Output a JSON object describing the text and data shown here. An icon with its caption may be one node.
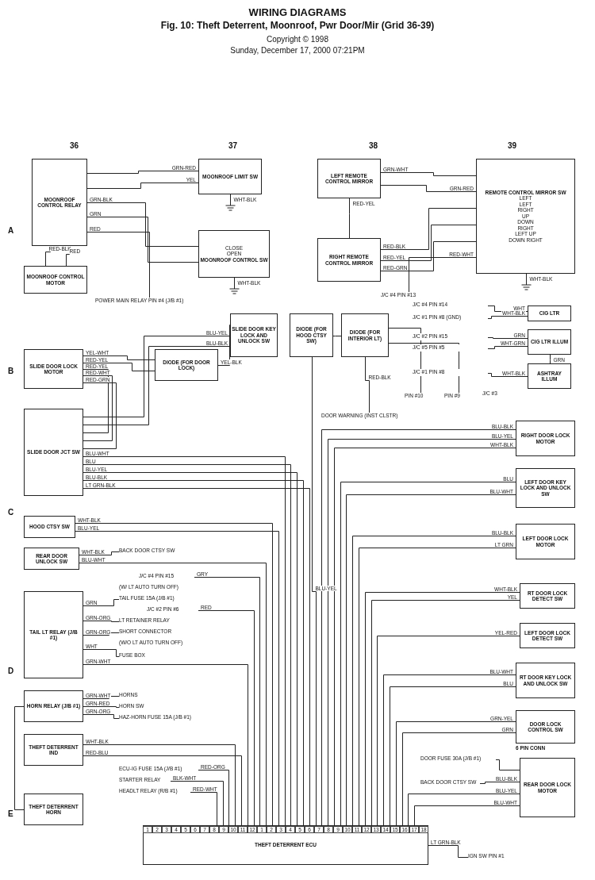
{
  "diagram": {
    "title": "WIRING DIAGRAMS",
    "caption": "Fig. 10: Theft Deterrent, Moonroof, Pwr Door/Mir (Grid 36-39)",
    "nodes": [
      {
        "text": [
          "MOONROOF CONTROL RELAY"
        ]
      },
      {
        "text": [
          "MOONROOF CONTROL MOTOR"
        ]
      },
      {
        "text": [
          "MOONROOF LIMIT SW"
        ]
      },
      {
        "text": [
          "CLOSE",
          "OPEN",
          "MOONROOF CONTROL SW"
        ]
      },
      {
        "text": [
          "LEFT REMOTE CONTROL MIRROR"
        ]
      },
      {
        "text": [
          "RIGHT REMOTE CONTROL MIRROR"
        ]
      },
      {
        "text": [
          "REMOTE CONTROL MIRROR SW",
          "LEFT",
          "LEFT",
          "RIGHT",
          "UP",
          "DOWN",
          "RIGHT",
          "LEFT UP",
          "DOWN RIGHT"
        ]
      },
      {
        "text": [
          "SLIDE DOOR KEY LOCK AND UNLOCK SW"
        ]
      },
      {
        "text": [
          "DIODE (FOR HOOD CTSY SW)"
        ]
      },
      {
        "text": [
          "DIODE (FOR INTERIOR LT)"
        ]
      },
      {
        "text": [
          "CIG LTR"
        ]
      },
      {
        "text": [
          "CIG LTR ILLUM"
        ]
      },
      {
        "text": [
          "ASHTRAY ILLUM"
        ]
      },
      {
        "text": [
          "SLIDE DOOR LOCK MOTOR"
        ]
      },
      {
        "text": [
          "DIODE (FOR DOOR LOCK)"
        ]
      },
      {
        "text": [
          "SLIDE DOOR JCT SW"
        ]
      },
      {
        "text": [
          "RIGHT DOOR LOCK MOTOR"
        ]
      },
      {
        "text": [
          "LEFT DOOR KEY LOCK AND UNLOCK SW"
        ]
      },
      {
        "text": [
          "HOOD CTSY SW"
        ]
      },
      {
        "text": [
          "LEFT DOOR LOCK MOTOR"
        ]
      },
      {
        "text": [
          "REAR DOOR UNLOCK SW"
        ]
      },
      {
        "text": [
          "TAIL LT RELAY (J/B #1)"
        ]
      },
      {
        "text": [
          "HORN RELAY (J/B #1)"
        ]
      },
      {
        "text": [
          "THEFT DETERRENT IND"
        ]
      },
      {
        "text": [
          "THEFT DETERRENT HORN"
        ]
      },
      {
        "text": [
          "RT DOOR LOCK DETECT SW"
        ]
      },
      {
        "text": [
          "LEFT DOOR LOCK DETECT SW"
        ]
      },
      {
        "text": [
          "RT DOOR KEY LOCK AND UNLOCK SW"
        ]
      },
      {
        "text": [
          "DOOR LOCK CONTROL SW"
        ],
        "beside": [
          "6 PIN CONN"
        ]
      },
      {
        "text": [
          "REAR DOOR LOCK MOTOR"
        ]
      },
      {
        "text": [
          "THEFT DETERRENT ECU"
        ]
      },
      {
        "text": [
          "POWER MAIN RELAY PIN #4 (J/B #1)"
        ]
      },
      {
        "text": [
          "J/C #4 PIN #13"
        ]
      },
      {
        "text": [
          "J/C #4 PIN #14"
        ]
      },
      {
        "text": [
          "J/C #1 PIN #8 (GND)"
        ]
      },
      {
        "text": [
          "J/C #2 PIN #15"
        ]
      },
      {
        "text": [
          "J/C #5 PIN #5"
        ]
      },
      {
        "text": [
          "J/C #1 PIN #8"
        ]
      },
      {
        "text": [
          "PIN #10"
        ]
      },
      {
        "text": [
          "PIN #9"
        ]
      },
      {
        "text": [
          "DOOR WARNING (INST CLSTR)"
        ]
      },
      {
        "text": [
          "BACK DOOR CTSY SW"
        ]
      },
      {
        "text": [
          "J/C #4 PIN #15"
        ]
      },
      {
        "text": [
          "TAIL FUSE 15A (J/B #1)"
        ]
      },
      {
        "text": [
          "J/C #2 PIN #6"
        ]
      },
      {
        "text": [
          "LT RETAINER RELAY"
        ]
      },
      {
        "text": [
          "SHORT CONNECTOR"
        ]
      },
      {
        "text": [
          "FUSE BOX"
        ]
      },
      {
        "text": [
          "HORNS"
        ]
      },
      {
        "text": [
          "HORN SW"
        ]
      },
      {
        "text": [
          "HAZ-HORN FUSE 15A (J/B #1)"
        ]
      },
      {
        "text": [
          "ECU-IG FUSE 15A (J/B #1)"
        ]
      },
      {
        "text": [
          "STARTER RELAY"
        ]
      },
      {
        "text": [
          "HEADLT RELAY (R/B #1)"
        ]
      },
      {
        "text": [
          "DOOR FUSE 30A (J/B #1)"
        ]
      },
      {
        "text": [
          "BACK DOOR CTSY SW"
        ]
      },
      {
        "text": [
          "IGN SW PIN #1"
        ]
      }
    ],
    "edges": [
      {
        "from": 0,
        "to": 2,
        "arrow": "none",
        "label": "GRN-RED"
      },
      {
        "from": 0,
        "to": 2,
        "arrow": "none",
        "label": "YEL"
      },
      {
        "from": 0,
        "to": 31,
        "arrow": "none",
        "label": "RED"
      },
      {
        "from": 0,
        "to": 3,
        "arrow": "none",
        "label": "GRN-BLK"
      },
      {
        "from": 0,
        "to": 3,
        "arrow": "none",
        "label": "GRN"
      },
      {
        "from": 0,
        "to": 1,
        "arrow": "none",
        "label": "RED-BLK"
      },
      {
        "from": 0,
        "to": 1,
        "arrow": "none",
        "label": "RED"
      },
      {
        "from": 2,
        "to": null,
        "arrow": "none",
        "label": "WHT-BLK"
      },
      {
        "from": 3,
        "to": null,
        "arrow": "none",
        "label": "WHT-BLK"
      },
      {
        "from": 4,
        "to": 6,
        "arrow": "none",
        "label": "GRN-WHT"
      },
      {
        "from": 4,
        "to": 5,
        "arrow": "none",
        "label": "RED-YEL"
      },
      {
        "from": 4,
        "to": 6,
        "arrow": "none",
        "label": "GRN-RED"
      },
      {
        "from": 5,
        "to": 6,
        "arrow": "none",
        "label": "RED-BLK"
      },
      {
        "from": 5,
        "to": 6,
        "arrow": "none",
        "label": "RED-YEL"
      },
      {
        "from": 5,
        "to": 6,
        "arrow": "none",
        "label": "RED-GRN"
      },
      {
        "from": 6,
        "to": null,
        "arrow": "none",
        "label": "WHT-BLK"
      },
      {
        "from": 32,
        "to": 6,
        "arrow": "none",
        "label": "RED-WHT"
      },
      {
        "from": 33,
        "to": 10,
        "arrow": "none",
        "label": "WHT"
      },
      {
        "from": 34,
        "to": 10,
        "arrow": "none",
        "label": "WHT-BLK"
      },
      {
        "from": 35,
        "to": 11,
        "arrow": "none",
        "label": "GRN"
      },
      {
        "from": 36,
        "to": 11,
        "arrow": "none",
        "label": "WHT-GRN"
      },
      {
        "from": 37,
        "to": 12,
        "arrow": "none",
        "label": "WHT-BLK"
      },
      {
        "from": 11,
        "to": 12,
        "arrow": "none",
        "label": "GRN"
      },
      {
        "from": 9,
        "to": 38,
        "arrow": "none"
      },
      {
        "from": 9,
        "to": 39,
        "arrow": "none"
      },
      {
        "from": 9,
        "to": 40,
        "arrow": "none",
        "label": "RED-BLK"
      },
      {
        "from": 8,
        "to": 9,
        "arrow": "none"
      },
      {
        "from": 13,
        "to": 14,
        "arrow": "none",
        "label": "YEL-WHT"
      },
      {
        "from": 13,
        "to": 14,
        "arrow": "none",
        "label": "RED-YEL"
      },
      {
        "from": 14,
        "to": 7,
        "arrow": "none",
        "label": "YEL-BLK"
      },
      {
        "from": 13,
        "to": 15,
        "arrow": "none",
        "label": "RED-YEL"
      },
      {
        "from": 13,
        "to": 15,
        "arrow": "none",
        "label": "RED-WHT"
      },
      {
        "from": 13,
        "to": 15,
        "arrow": "none",
        "label": "RED-GRN"
      },
      {
        "from": 7,
        "to": 15,
        "arrow": "none",
        "label": "BLU-YEL"
      },
      {
        "from": 7,
        "to": 15,
        "arrow": "none",
        "label": "BLU-BLK"
      },
      {
        "from": 15,
        "to": 30,
        "arrow": "none",
        "label": "BLU-WHT"
      },
      {
        "from": 15,
        "to": 30,
        "arrow": "none",
        "label": "BLU"
      },
      {
        "from": 15,
        "to": 30,
        "arrow": "none",
        "label": "BLU-YEL"
      },
      {
        "from": 15,
        "to": 30,
        "arrow": "none",
        "label": "BLU-BLK"
      },
      {
        "from": 15,
        "to": 30,
        "arrow": "none",
        "label": "LT GRN-BLK"
      },
      {
        "from": 18,
        "to": 30,
        "arrow": "none",
        "label": "WHT-BLK"
      },
      {
        "from": 18,
        "to": 30,
        "arrow": "none",
        "label": "BLU-YEL"
      },
      {
        "from": 8,
        "to": 30,
        "arrow": "none",
        "label": "BLU-YEL"
      },
      {
        "from": 30,
        "to": 16,
        "arrow": "none",
        "label": "BLU-BLK"
      },
      {
        "from": 30,
        "to": 16,
        "arrow": "none",
        "label": "BLU-YEL"
      },
      {
        "from": 30,
        "to": 16,
        "arrow": "none",
        "label": "WHT-BLK"
      },
      {
        "from": 30,
        "to": 17,
        "arrow": "none",
        "label": "BLU"
      },
      {
        "from": 30,
        "to": 17,
        "arrow": "none",
        "label": "BLU-WHT"
      },
      {
        "from": 30,
        "to": 19,
        "arrow": "none",
        "label": "BLU-BLK"
      },
      {
        "from": 30,
        "to": 19,
        "arrow": "none",
        "label": "LT GRN"
      },
      {
        "from": 20,
        "to": 41,
        "arrow": "none",
        "label": "WHT-BLK"
      },
      {
        "from": 20,
        "to": 30,
        "arrow": "none",
        "label": "BLU-WHT"
      },
      {
        "from": 42,
        "to": 30,
        "arrow": "none",
        "label": "GRY"
      },
      {
        "from": 21,
        "to": 43,
        "arrow": "none",
        "label": "GRN"
      },
      {
        "from": 21,
        "to": 45,
        "arrow": "none",
        "label": "GRN-ORG"
      },
      {
        "from": 21,
        "to": 46,
        "arrow": "none",
        "label": "GRN-ORG"
      },
      {
        "from": 21,
        "to": 47,
        "arrow": "none",
        "label": "WHT"
      },
      {
        "from": 44,
        "to": 30,
        "arrow": "none",
        "label": "RED"
      },
      {
        "from": 21,
        "to": 30,
        "arrow": "none",
        "label": "GRN-WHT"
      },
      {
        "from": 22,
        "to": 48,
        "arrow": "none",
        "label": "GRN-WHT"
      },
      {
        "from": 22,
        "to": 49,
        "arrow": "none",
        "label": "GRN-RED"
      },
      {
        "from": 22,
        "to": 50,
        "arrow": "none",
        "label": "GRN-ORG"
      },
      {
        "from": 22,
        "to": 24,
        "arrow": "none"
      },
      {
        "from": 23,
        "to": 30,
        "arrow": "none",
        "label": "WHT-BLK"
      },
      {
        "from": 23,
        "to": 30,
        "arrow": "none",
        "label": "RED-BLU"
      },
      {
        "from": 51,
        "to": 30,
        "arrow": "none",
        "label": "RED-ORG"
      },
      {
        "from": 52,
        "to": 30,
        "arrow": "none",
        "label": "BLK-WHT"
      },
      {
        "from": 53,
        "to": 30,
        "arrow": "none",
        "label": "RED-WHT"
      },
      {
        "from": 25,
        "to": 30,
        "arrow": "none",
        "label": "WHT-BLK"
      },
      {
        "from": 25,
        "to": 30,
        "arrow": "none",
        "label": "YEL"
      },
      {
        "from": 26,
        "to": 30,
        "arrow": "none",
        "label": "YEL-RED"
      },
      {
        "from": 27,
        "to": 30,
        "arrow": "none",
        "label": "BLU-WHT"
      },
      {
        "from": 27,
        "to": 30,
        "arrow": "none",
        "label": "BLU"
      },
      {
        "from": 28,
        "to": 30,
        "arrow": "none",
        "label": "GRN-YEL"
      },
      {
        "from": 28,
        "to": 30,
        "arrow": "none",
        "label": "GRN"
      },
      {
        "from": 54,
        "to": 29,
        "arrow": "none"
      },
      {
        "from": 55,
        "to": 29,
        "arrow": "none",
        "label": "BLU-BLK"
      },
      {
        "from": 30,
        "to": 29,
        "arrow": "none",
        "label": "BLU-YEL"
      },
      {
        "from": 30,
        "to": 29,
        "arrow": "none",
        "label": "BLU-WHT"
      },
      {
        "from": 30,
        "to": 56,
        "arrow": "none",
        "label": "LT GRN-BLK"
      }
    ],
    "labels": [
      "Copyright © 1998",
      "Sunday, December 17, 2000 07:21PM",
      "36",
      "37",
      "38",
      "39",
      "A",
      "B",
      "C",
      "D",
      "E",
      "J/C #3",
      "(W/ LT AUTO TURN OFF)",
      "(W/O LT AUTO TURN OFF)",
      "1",
      "2",
      "3",
      "4",
      "5",
      "6",
      "7",
      "8",
      "9",
      "10",
      "11",
      "12",
      "1",
      "2",
      "3",
      "4",
      "5",
      "6",
      "7",
      "8",
      "9",
      "10",
      "11",
      "12",
      "13",
      "14",
      "15",
      "16",
      "17",
      "18"
    ]
  }
}
